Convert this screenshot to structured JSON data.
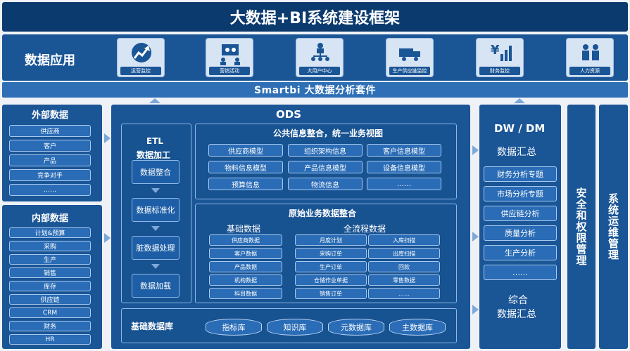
{
  "title": "大数据+BI系统建设框架",
  "apps": {
    "label": "数据应用",
    "items": [
      "运营监控",
      "营销活动",
      "大用户中心",
      "生产供应链监控",
      "财务监控",
      "人力资源"
    ]
  },
  "suite": "Smartbi 大数据分析套件",
  "external": {
    "title": "外部数据",
    "items": [
      "供应商",
      "客户",
      "产品",
      "竞争对手",
      "……"
    ]
  },
  "internal": {
    "title": "内部数据",
    "items": [
      "计划&预算",
      "采购",
      "生产",
      "销售",
      "库存",
      "供应链",
      "CRM",
      "财务",
      "HR"
    ]
  },
  "ods": {
    "title": "ODS",
    "etl": {
      "title1": "ETL",
      "title2": "数据加工",
      "steps": [
        "数据整合",
        "数据标准化",
        "脏数据处理",
        "数据加载"
      ]
    },
    "public": {
      "title": "公共信息整合，统一业务视图",
      "items": [
        "供应商模型",
        "组织架构信息",
        "客户信息模型",
        "物料信息模型",
        "产品信息模型",
        "设备信息模型",
        "预算信息",
        "物流信息",
        "……"
      ]
    },
    "raw": {
      "title": "原始业务数据整合",
      "basic_title": "基础数据",
      "basic_items": [
        "供应商数据",
        "客户数据",
        "产品数据",
        "机构数据",
        "科目数据"
      ],
      "flow_title": "全流程数据",
      "flow_left": [
        "月度计划",
        "采购订单",
        "生产订单",
        "仓储作业单据",
        "销售订单"
      ],
      "flow_right": [
        "入库扫描",
        "出库扫描",
        "回款",
        "零售数据",
        "……"
      ]
    },
    "base": {
      "title": "基础数据库",
      "items": [
        "指标库",
        "知识库",
        "元数据库",
        "主数据库"
      ]
    }
  },
  "dw": {
    "title": "DW / DM",
    "subtitle": "数据汇总",
    "items": [
      "财务分析专题",
      "市场分析专题",
      "供应链分析",
      "质量分析",
      "生产分析",
      "……"
    ],
    "footer1": "综合",
    "footer2": "数据汇总"
  },
  "security": "安全和权限管理",
  "ops": "系统运维管理",
  "colors": {
    "dark": "#0b3a6e",
    "mid": "#1a5596",
    "box": "#1d5ea6"
  }
}
